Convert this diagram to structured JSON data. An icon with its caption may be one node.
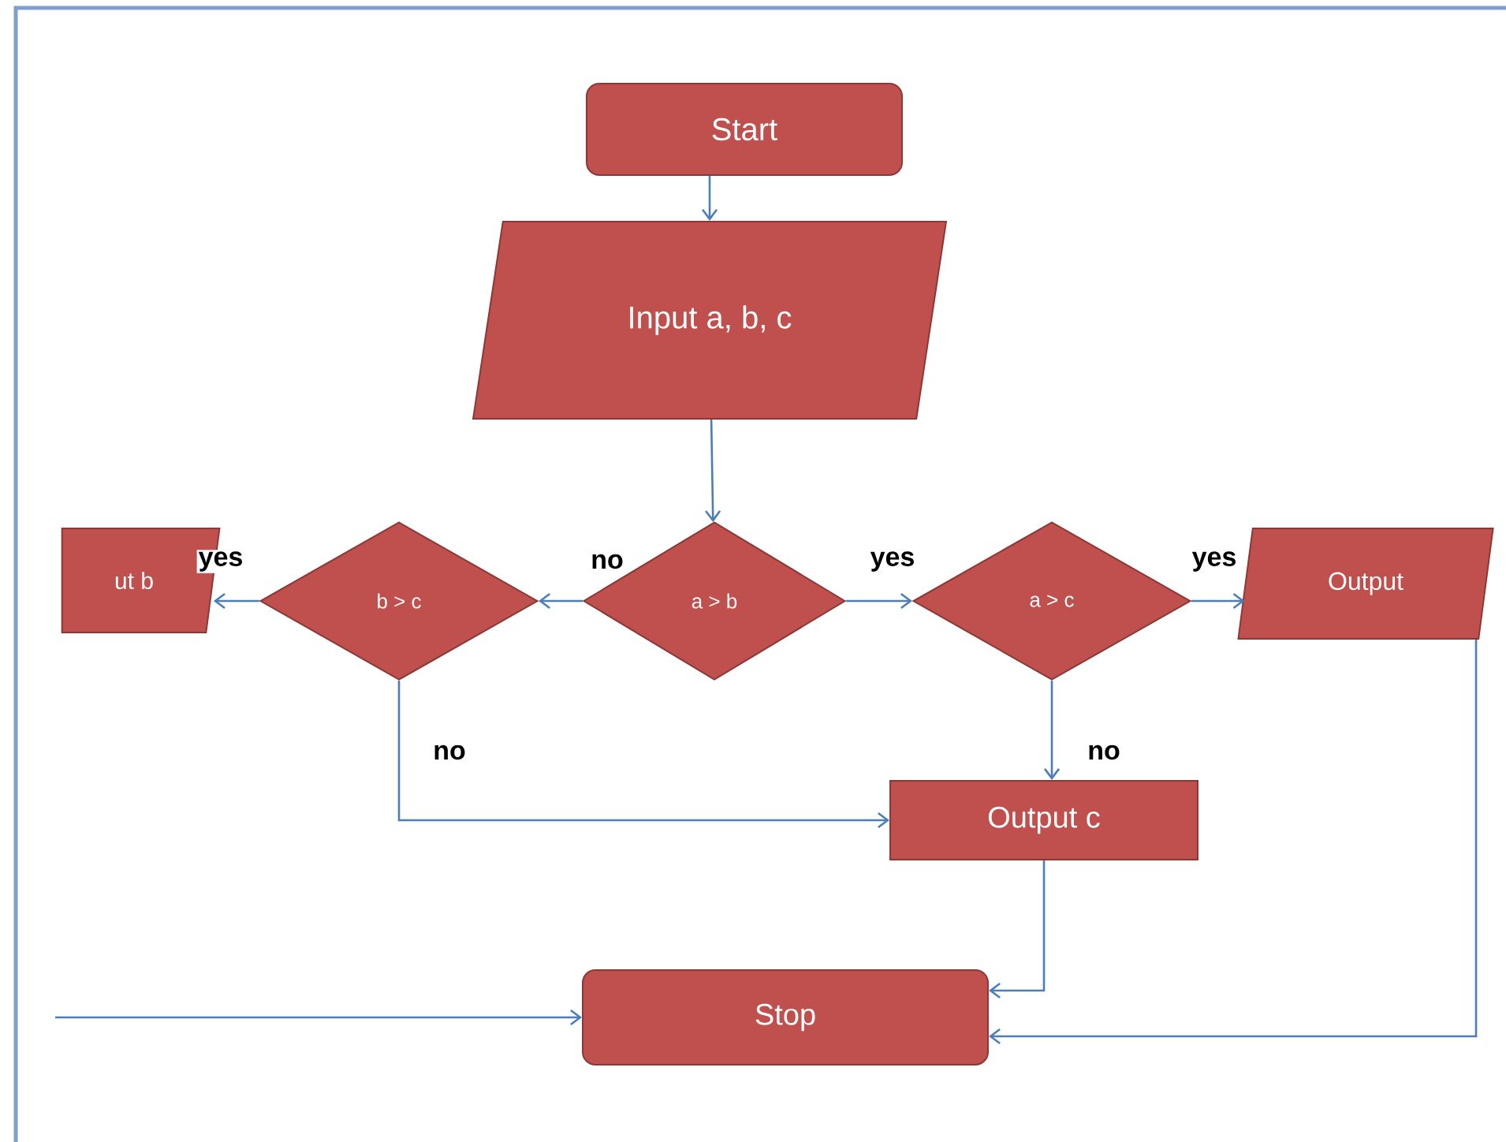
{
  "diagram": {
    "nodes": [
      {
        "text": [
          "Start"
        ]
      },
      {
        "text": [
          "Input a, b, c"
        ]
      },
      {
        "text": [
          "a > b"
        ]
      },
      {
        "text": [
          "b > c"
        ]
      },
      {
        "text": [
          "a > c"
        ]
      },
      {
        "text": [
          "ut b"
        ]
      },
      {
        "text": [
          "Output"
        ]
      },
      {
        "text": [
          "Output c"
        ]
      },
      {
        "text": [
          "Stop"
        ]
      }
    ],
    "edges": [
      {
        "from": 0,
        "to": 1,
        "arrow": "to"
      },
      {
        "from": 1,
        "to": 2,
        "arrow": "to"
      },
      {
        "from": 2,
        "to": 3,
        "arrow": "to",
        "label": "no"
      },
      {
        "from": 2,
        "to": 4,
        "arrow": "to",
        "label": "yes"
      },
      {
        "from": 3,
        "to": 5,
        "arrow": "to",
        "label": "yes"
      },
      {
        "from": 4,
        "to": 6,
        "arrow": "to",
        "label": "yes"
      },
      {
        "from": 3,
        "to": 7,
        "arrow": "to",
        "label": "no"
      },
      {
        "from": 4,
        "to": 7,
        "arrow": "to",
        "label": "no"
      },
      {
        "from": 7,
        "to": 8,
        "arrow": "to"
      },
      {
        "from": 6,
        "to": 8,
        "arrow": "to"
      },
      {
        "from": null,
        "to": 8,
        "arrow": "to"
      }
    ]
  }
}
